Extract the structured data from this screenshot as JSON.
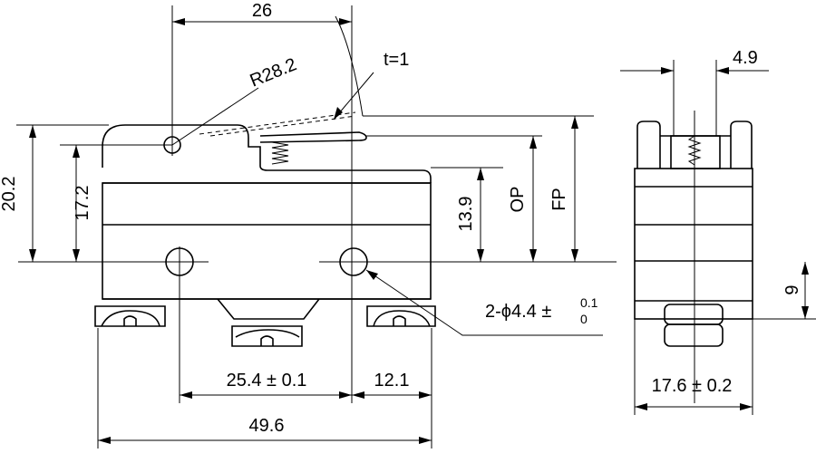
{
  "dimensions": {
    "top_width": "26",
    "radius": "R28.2",
    "thickness": "t=1",
    "height_overall": "20.2",
    "height_body": "17.2",
    "height_13_9": "13.9",
    "op": "OP",
    "fp": "FP",
    "hole_main": "2-ϕ4.4 ±",
    "hole_tol_upper": "0.1",
    "hole_tol_lower": "0",
    "hole_spacing": "25.4 ± 0.1",
    "hole_offset": "12.1",
    "total_length": "49.6",
    "side_plunger": "4.9",
    "side_height": "9",
    "side_width": "17.6 ± 0.2"
  }
}
